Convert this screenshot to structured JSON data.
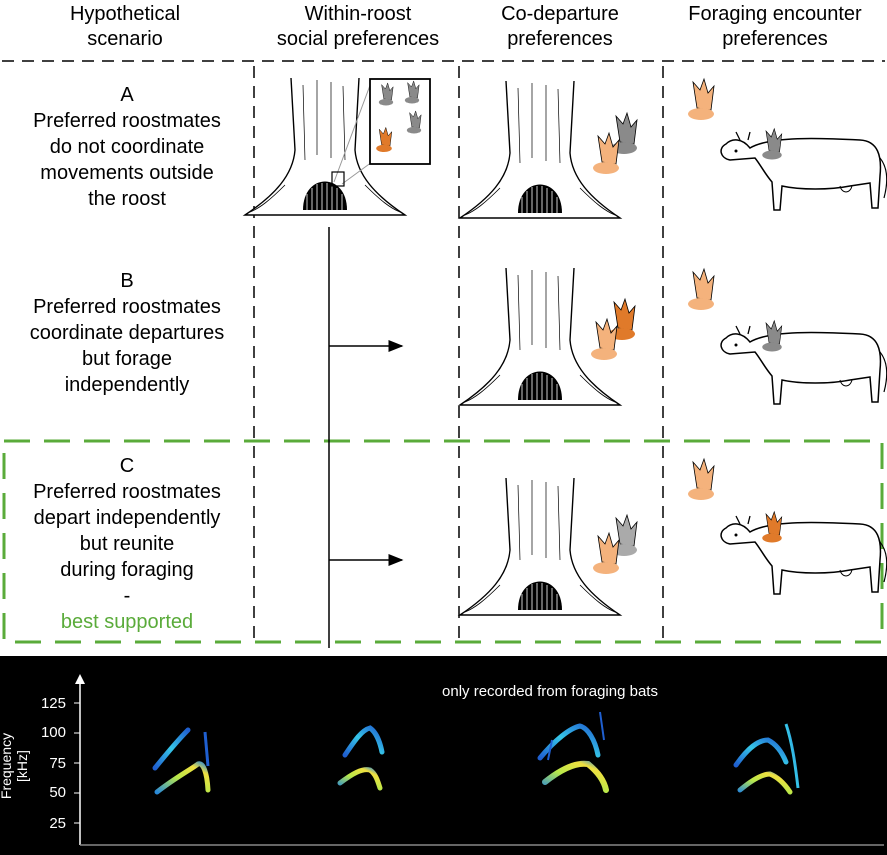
{
  "headers": {
    "scenario": [
      "Hypothetical",
      "scenario"
    ],
    "within": [
      "Within-roost",
      "social preferences"
    ],
    "codeparture": [
      "Co-departure",
      "preferences"
    ],
    "foraging": [
      "Foraging encounter",
      "preferences"
    ]
  },
  "scenarios": [
    {
      "letter": "A",
      "lines": [
        "Preferred roostmates",
        "do not coordinate",
        "movements outside",
        "the roost"
      ]
    },
    {
      "letter": "B",
      "lines": [
        "Preferred roostmates",
        "coordinate departures",
        "but forage",
        "independently"
      ]
    },
    {
      "letter": "C",
      "lines": [
        "Preferred roostmates",
        "depart independently",
        "but reunite",
        "during foraging",
        "-"
      ],
      "tag": "best supported"
    }
  ],
  "spectrogram": {
    "title": "only recorded from foraging bats",
    "ylabel": "Frequency [kHz]",
    "ticks": [
      "125",
      "100",
      "75",
      "50",
      "25"
    ]
  },
  "colors": {
    "highlight": "#5aab3a",
    "bat_focal": "#e07a2a",
    "bat_partner": "#f4b27c",
    "bat_other": "#8a8a8a"
  },
  "icons": [
    "tree-icon",
    "bat-icon",
    "cow-icon",
    "arrow-icon"
  ]
}
